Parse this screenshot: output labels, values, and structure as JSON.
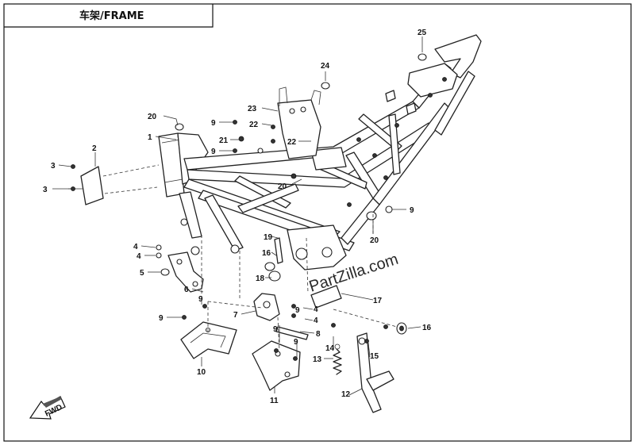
{
  "title": "车架/FRAME",
  "watermark": "PartZilla.com",
  "direction_label": "FWD",
  "callouts": [
    {
      "id": "c1",
      "label": "1"
    },
    {
      "id": "c2",
      "label": "2"
    },
    {
      "id": "c3a",
      "label": "3"
    },
    {
      "id": "c3b",
      "label": "3"
    },
    {
      "id": "c4a",
      "label": "4"
    },
    {
      "id": "c4b",
      "label": "4"
    },
    {
      "id": "c4c",
      "label": "4"
    },
    {
      "id": "c4d",
      "label": "4"
    },
    {
      "id": "c5",
      "label": "5"
    },
    {
      "id": "c6",
      "label": "6"
    },
    {
      "id": "c7",
      "label": "7"
    },
    {
      "id": "c8",
      "label": "8"
    },
    {
      "id": "c9a",
      "label": "9"
    },
    {
      "id": "c9b",
      "label": "9"
    },
    {
      "id": "c9c",
      "label": "9"
    },
    {
      "id": "c9d",
      "label": "9"
    },
    {
      "id": "c9e",
      "label": "9"
    },
    {
      "id": "c9f",
      "label": "9"
    },
    {
      "id": "c9g",
      "label": "9"
    },
    {
      "id": "c9h",
      "label": "9"
    },
    {
      "id": "c10",
      "label": "10"
    },
    {
      "id": "c11",
      "label": "11"
    },
    {
      "id": "c12",
      "label": "12"
    },
    {
      "id": "c13",
      "label": "13"
    },
    {
      "id": "c14",
      "label": "14"
    },
    {
      "id": "c15",
      "label": "15"
    },
    {
      "id": "c16a",
      "label": "16"
    },
    {
      "id": "c16b",
      "label": "16"
    },
    {
      "id": "c17",
      "label": "17"
    },
    {
      "id": "c18",
      "label": "18"
    },
    {
      "id": "c19",
      "label": "19"
    },
    {
      "id": "c20a",
      "label": "20"
    },
    {
      "id": "c20b",
      "label": "20"
    },
    {
      "id": "c20c",
      "label": "20"
    },
    {
      "id": "c21",
      "label": "21"
    },
    {
      "id": "c22a",
      "label": "22"
    },
    {
      "id": "c22b",
      "label": "22"
    },
    {
      "id": "c23",
      "label": "23"
    },
    {
      "id": "c24",
      "label": "24"
    },
    {
      "id": "c25",
      "label": "25"
    }
  ]
}
